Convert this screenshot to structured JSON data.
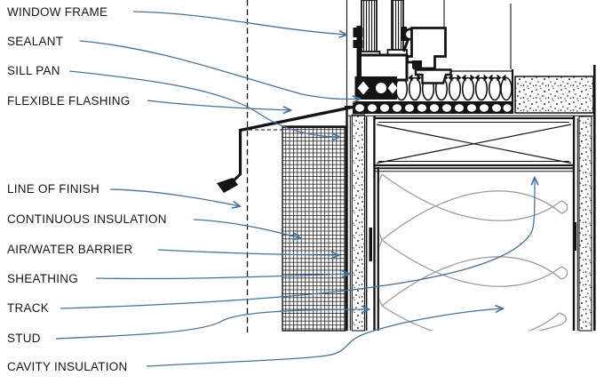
{
  "diagram": {
    "description": "Architectural section detail of a window sill over a steel-stud wall",
    "colors": {
      "drawing_line": "#141414",
      "leader_blue": "#4372a5",
      "cavity_insulation_gray": "#9e9e9e",
      "background": "#ffffff"
    },
    "labels": [
      {
        "id": "window-frame",
        "text": "WINDOW FRAME"
      },
      {
        "id": "sealant",
        "text": "SEALANT"
      },
      {
        "id": "sill-pan",
        "text": "SILL PAN"
      },
      {
        "id": "flexible-flashing",
        "text": "FLEXIBLE FLASHING"
      },
      {
        "id": "line-of-finish",
        "text": "LINE OF FINISH"
      },
      {
        "id": "continuous-insulation",
        "text": "CONTINUOUS INSULATION"
      },
      {
        "id": "air-water-barrier",
        "text": "AIR/WATER BARRIER"
      },
      {
        "id": "sheathing",
        "text": "SHEATHING"
      },
      {
        "id": "track",
        "text": "TRACK"
      },
      {
        "id": "stud",
        "text": "STUD"
      },
      {
        "id": "cavity-insulation",
        "text": "CAVITY INSULATION"
      }
    ]
  }
}
